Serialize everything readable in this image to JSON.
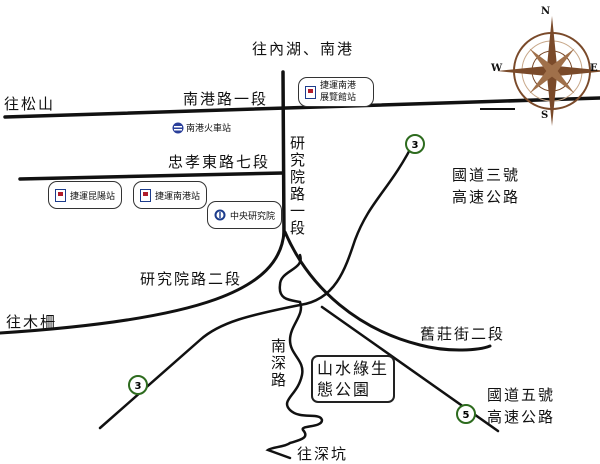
{
  "directions": {
    "north": "往內湖、南港",
    "west": "往松山",
    "southwest": "往木柵",
    "south": "往深坑"
  },
  "roads": {
    "nangang_rd": "南港路一段",
    "zhongxiao_rd": "忠孝東路七段",
    "yanjiuyuan_rd1": "研究院路一段",
    "yanjiuyuan_rd2": "研究院路二段",
    "jiuzhuang_st": "舊莊街二段",
    "nanshen_rd": "南深路",
    "freeway3": "國道三號高速公路",
    "freeway3_l1": "國道三號",
    "freeway3_l2": "高速公路",
    "freeway5_l1": "國道五號",
    "freeway5_l2": "高速公路"
  },
  "shields": {
    "freeway3": "3",
    "freeway5": "5"
  },
  "stations": {
    "mrt_expo": "捷運南港展覽館站",
    "mrt_expo_l1": "捷運南港",
    "mrt_expo_l2": "展覽館站",
    "train_nangang": "南港火車站",
    "mrt_kunyang": "捷運昆陽站",
    "mrt_nangang": "捷運南港站",
    "academia_sinica": "中央研究院"
  },
  "park": {
    "l1": "山水綠生",
    "l2": "態公園"
  },
  "compass": {
    "n": "N",
    "s": "S",
    "e": "E",
    "w": "W"
  },
  "colors": {
    "mrt_blue": "#1c3c8c",
    "mrt_red": "#b01c2c",
    "shield_green": "#2d6b1e",
    "compass_brown": "#7a4a2a"
  }
}
